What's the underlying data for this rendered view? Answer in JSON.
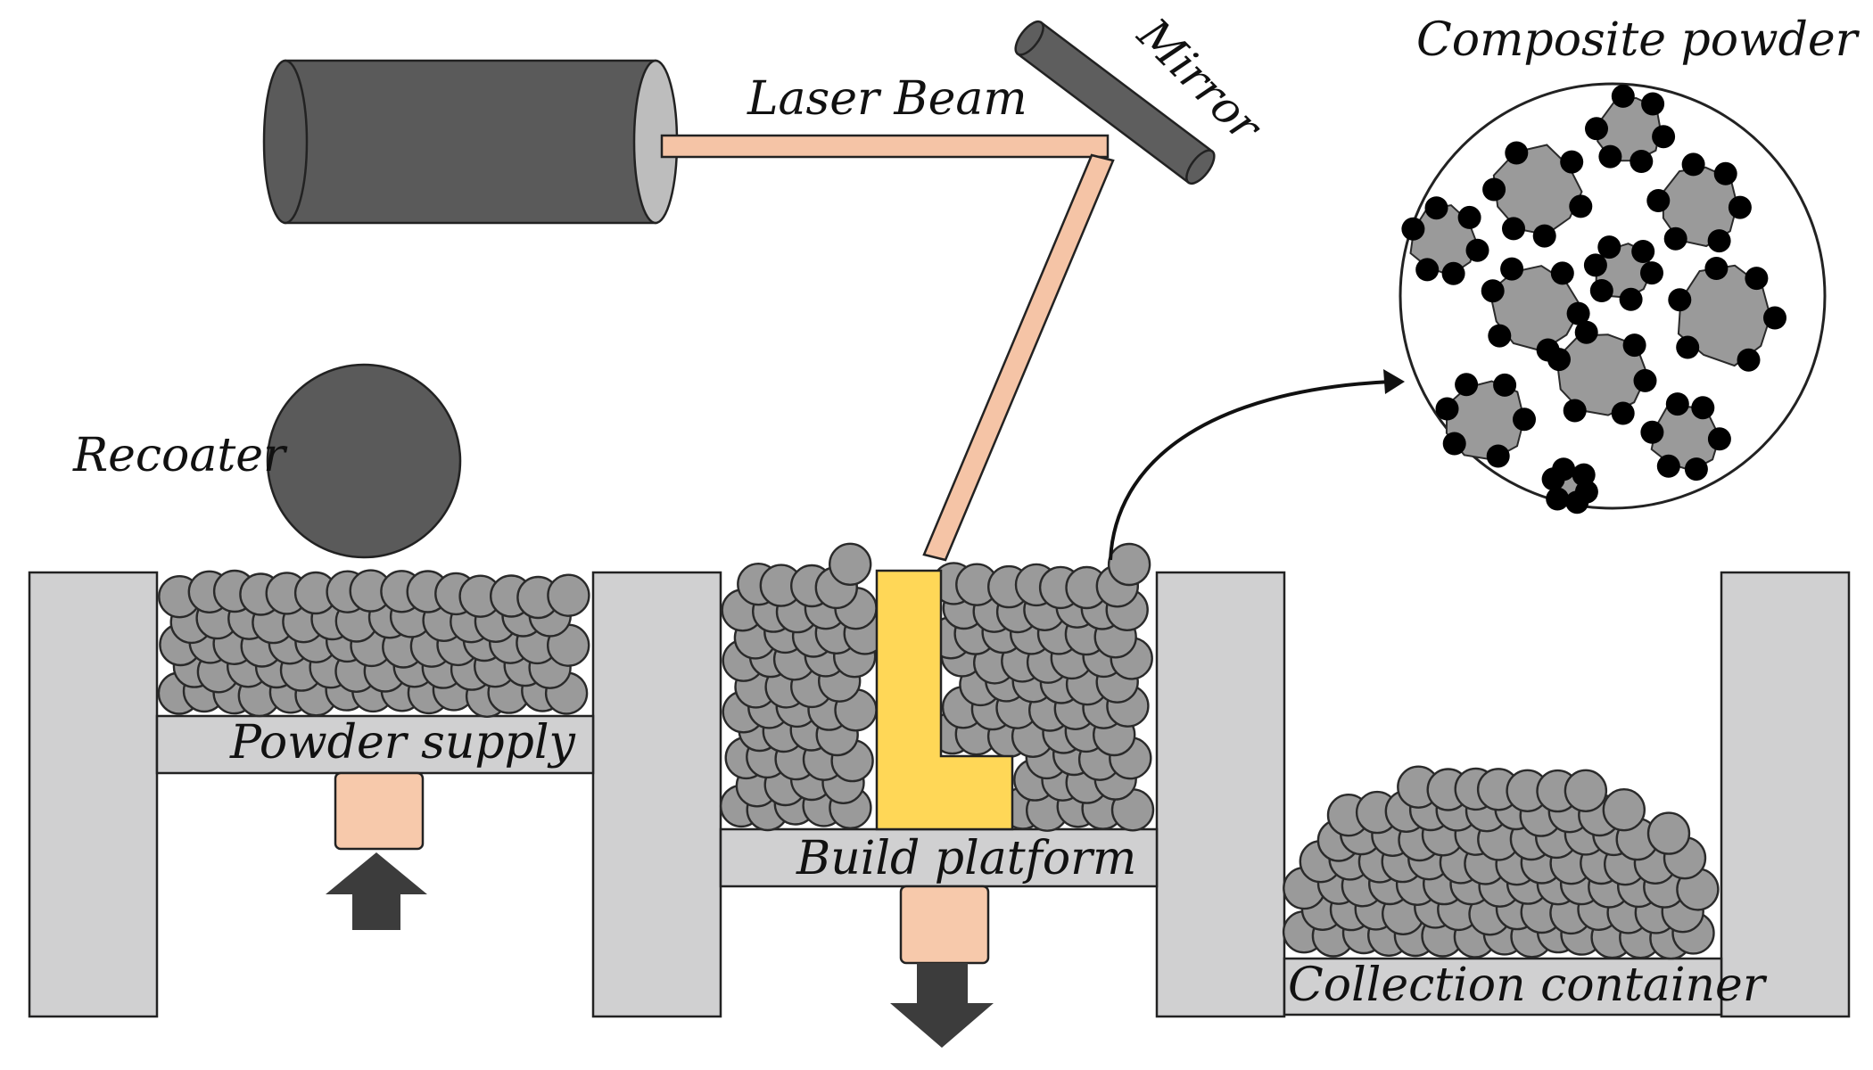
{
  "labels": {
    "laser_beam": "Laser Beam",
    "mirror": "Mirror",
    "composite_powder": "Composite powder",
    "recoater": "Recoater",
    "powder_supply": "Powder supply",
    "build_platform": "Build platform",
    "collection_container": "Collection container"
  },
  "colors": {
    "particle": "#9a9a9a",
    "particle_outline": "#2a2a2a",
    "dark_body": "#5a5a5a",
    "beam": "#f5c4a6",
    "piston": "#f7c9ab",
    "part": "#ffd757",
    "wall": "#d0d0d1",
    "arrow": "#3c3c3c",
    "coating_dot": "#000000"
  },
  "icons": {
    "up_arrow": "arrow-up-icon",
    "down_arrow": "arrow-down-icon",
    "part": "l-shaped-part"
  }
}
